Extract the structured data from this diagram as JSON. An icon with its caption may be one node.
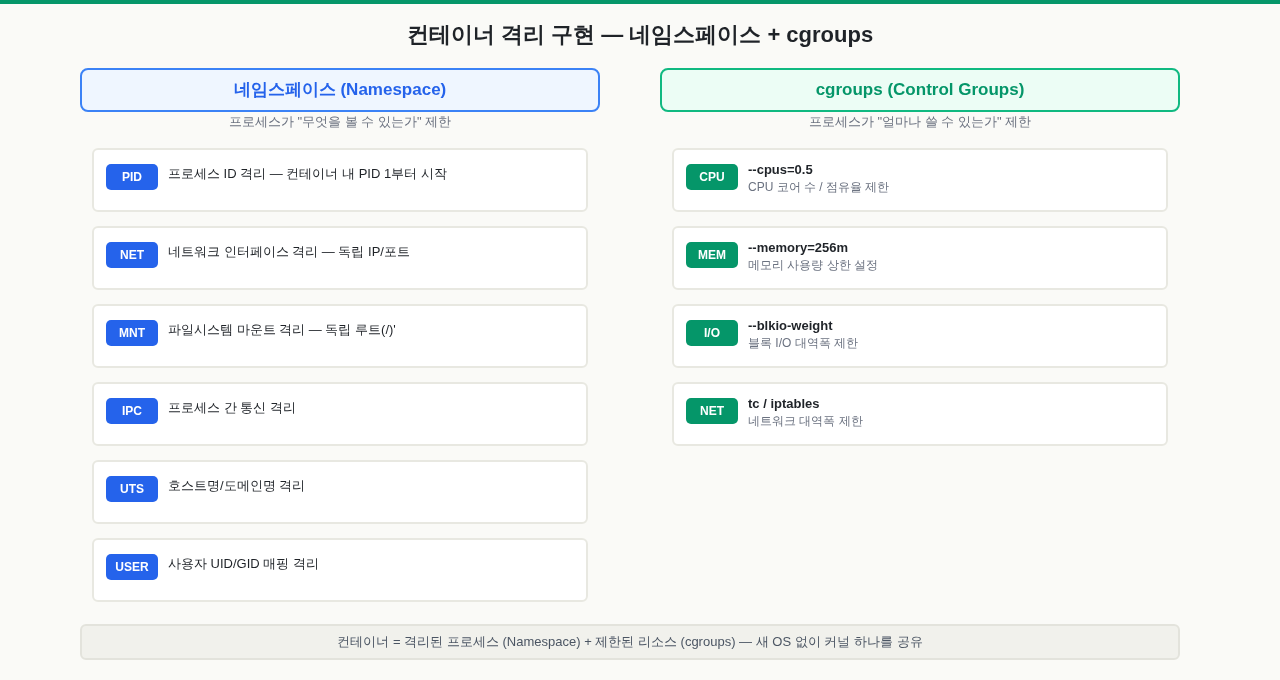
{
  "diagram": {
    "title": "컨테이너 격리 구현 — 네임스페이스 + cgroups",
    "nodes": [
      {
        "text": [
          "네임스페이스 (Namespace)",
          "프로세스가 \"무엇을 볼 수 있는가\" 제한"
        ]
      },
      {
        "text": [
          "프로세스 ID 격리 — 컨테이너 내 PID 1부터 시작"
        ]
      },
      {
        "text": [
          "PID"
        ],
        "in": 1
      },
      {
        "text": [
          "네트워크 인터페이스 격리 — 독립 IP/포트"
        ]
      },
      {
        "text": [
          "NET"
        ],
        "in": 3
      },
      {
        "text": [
          "파일시스템 마운트 격리 — 독립 루트(/)'"
        ]
      },
      {
        "text": [
          "MNT"
        ],
        "in": 5
      },
      {
        "text": [
          "프로세스 간 통신 격리"
        ]
      },
      {
        "text": [
          "IPC"
        ],
        "in": 7
      },
      {
        "text": [
          "호스트명/도메인명 격리"
        ]
      },
      {
        "text": [
          "UTS"
        ],
        "in": 9
      },
      {
        "text": [
          "사용자 UID/GID 매핑 격리"
        ]
      },
      {
        "text": [
          "USER"
        ],
        "in": 11
      },
      {
        "text": [
          "cgroups (Control Groups)",
          "프로세스가 \"얼마나 쓸 수 있는가\" 제한"
        ]
      },
      {
        "text": [
          "--cpus=0.5",
          "CPU 코어 수 / 점유율 제한"
        ]
      },
      {
        "text": [
          "CPU"
        ],
        "in": 14
      },
      {
        "text": [
          "--memory=256m",
          "메모리 사용량 상한 설정"
        ]
      },
      {
        "text": [
          "MEM"
        ],
        "in": 16
      },
      {
        "text": [
          "--blkio-weight",
          "블록 I/O 대역폭 제한"
        ]
      },
      {
        "text": [
          "I/O"
        ],
        "in": 18
      },
      {
        "text": [
          "tc / iptables",
          "네트워크 대역폭 제한"
        ]
      },
      {
        "text": [
          "NET"
        ],
        "in": 20
      },
      {
        "text": [
          "컨테이너 = 격리된 프로세스 (Namespace) + 제한된 리소스 (cgroups) — 새 OS 없이 커널 하나를 공유"
        ]
      }
    ]
  }
}
